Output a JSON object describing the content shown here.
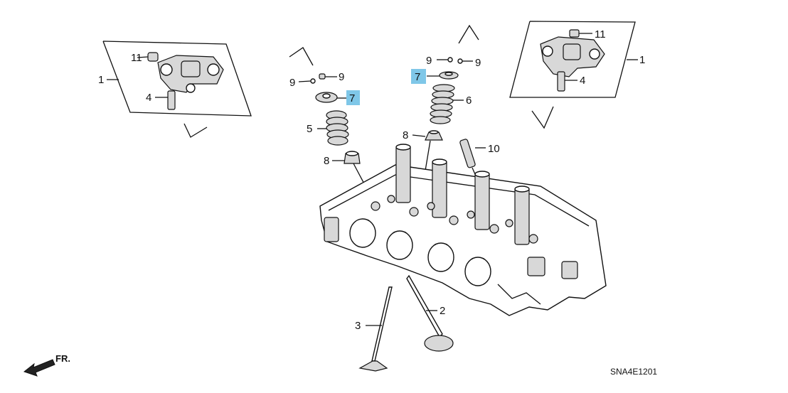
{
  "diagram": {
    "code": "SNA4E1201",
    "front_label": "FR.",
    "callouts": {
      "rocker_left_num": "1",
      "rocker_right_num": "1",
      "bolt_left_num": "4",
      "bolt_right_num": "4",
      "plug_left_num": "11",
      "plug_right_num": "11",
      "cotter_left_a": "9",
      "cotter_left_b": "9",
      "cotter_right_a": "9",
      "cotter_right_b": "9",
      "retainer_left_num": "7",
      "retainer_right_num": "7",
      "spring_left_num": "5",
      "spring_right_num": "6",
      "seal_left_num": "8",
      "seal_right_num": "8",
      "stud_num": "10",
      "exhaust_valve_num": "2",
      "intake_valve_num": "3"
    },
    "highlight_color": "#7fc7e8"
  }
}
